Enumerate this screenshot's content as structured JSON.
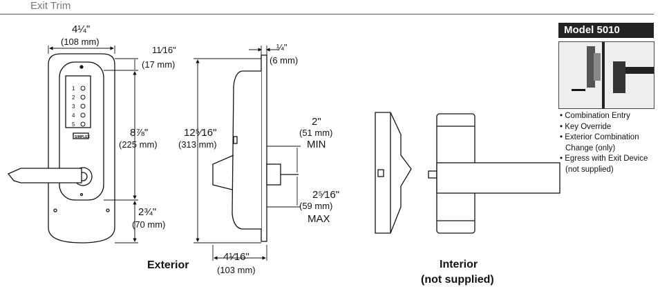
{
  "header": {
    "title": "Exit Trim"
  },
  "model_box": {
    "title": "Model 5010"
  },
  "features": [
    "• Combination Entry",
    "• Key Override",
    "• Exterior Combination",
    "Change (only)",
    "• Egress with Exit Device",
    "(not supplied)"
  ],
  "dimensions": {
    "width": {
      "in": "4¼\"",
      "mm": "(108 mm)"
    },
    "top_offset": {
      "in": "11⁄16\"",
      "mm": "(17 mm)"
    },
    "height_trim": {
      "in": "8⅞\"",
      "mm": "(225 mm)"
    },
    "bottom_offset": {
      "in": "2¾\"",
      "mm": "(70 mm)"
    },
    "overall_height": {
      "in": "12⁵⁄16\"",
      "mm": "(313 mm)"
    },
    "plate_thickness": {
      "in": "¼\"",
      "mm": "(6 mm)"
    },
    "door_min": {
      "in": "2\"",
      "mm": "(51 mm)",
      "label": "MIN"
    },
    "door_max": {
      "in": "2⁵⁄16\"",
      "mm": "(59 mm)",
      "label": "MAX"
    },
    "projection": {
      "in": "4¹⁄16\"",
      "mm": "(103 mm)"
    }
  },
  "keypad": {
    "buttons": [
      "1",
      "2",
      "3",
      "4",
      "5"
    ],
    "badge": "SIMPLEX"
  },
  "labels": {
    "exterior": "Exterior",
    "interior_line1": "Interior",
    "interior_line2": "(not supplied)"
  }
}
